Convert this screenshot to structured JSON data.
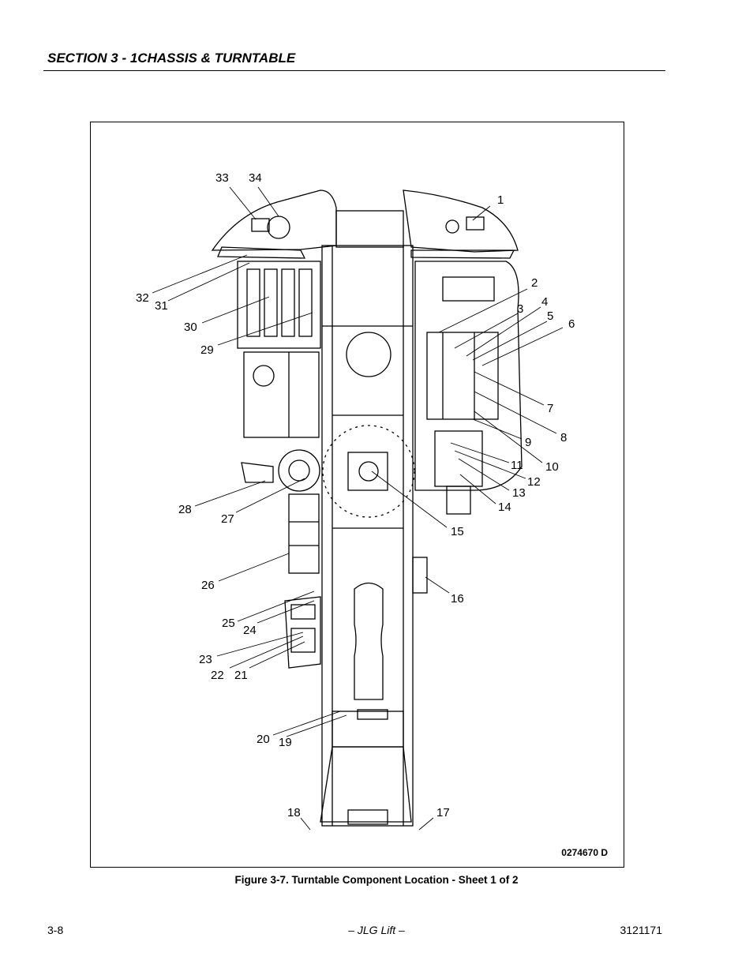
{
  "header": {
    "section_title": "SECTION 3 - 1CHASSIS & TURNTABLE"
  },
  "figure": {
    "drawing_number": "0274670 D",
    "caption": "Figure 3-7.  Turntable Component Location - Sheet 1 of 2",
    "callouts": [
      "1",
      "2",
      "3",
      "4",
      "5",
      "6",
      "7",
      "8",
      "9",
      "10",
      "11",
      "12",
      "13",
      "14",
      "15",
      "16",
      "17",
      "18",
      "19",
      "20",
      "21",
      "22",
      "23",
      "24",
      "25",
      "26",
      "27",
      "28",
      "29",
      "30",
      "31",
      "32",
      "33",
      "34"
    ]
  },
  "footer": {
    "page_number": "3-8",
    "publisher": "– JLG Lift –",
    "document_number": "3121171"
  }
}
